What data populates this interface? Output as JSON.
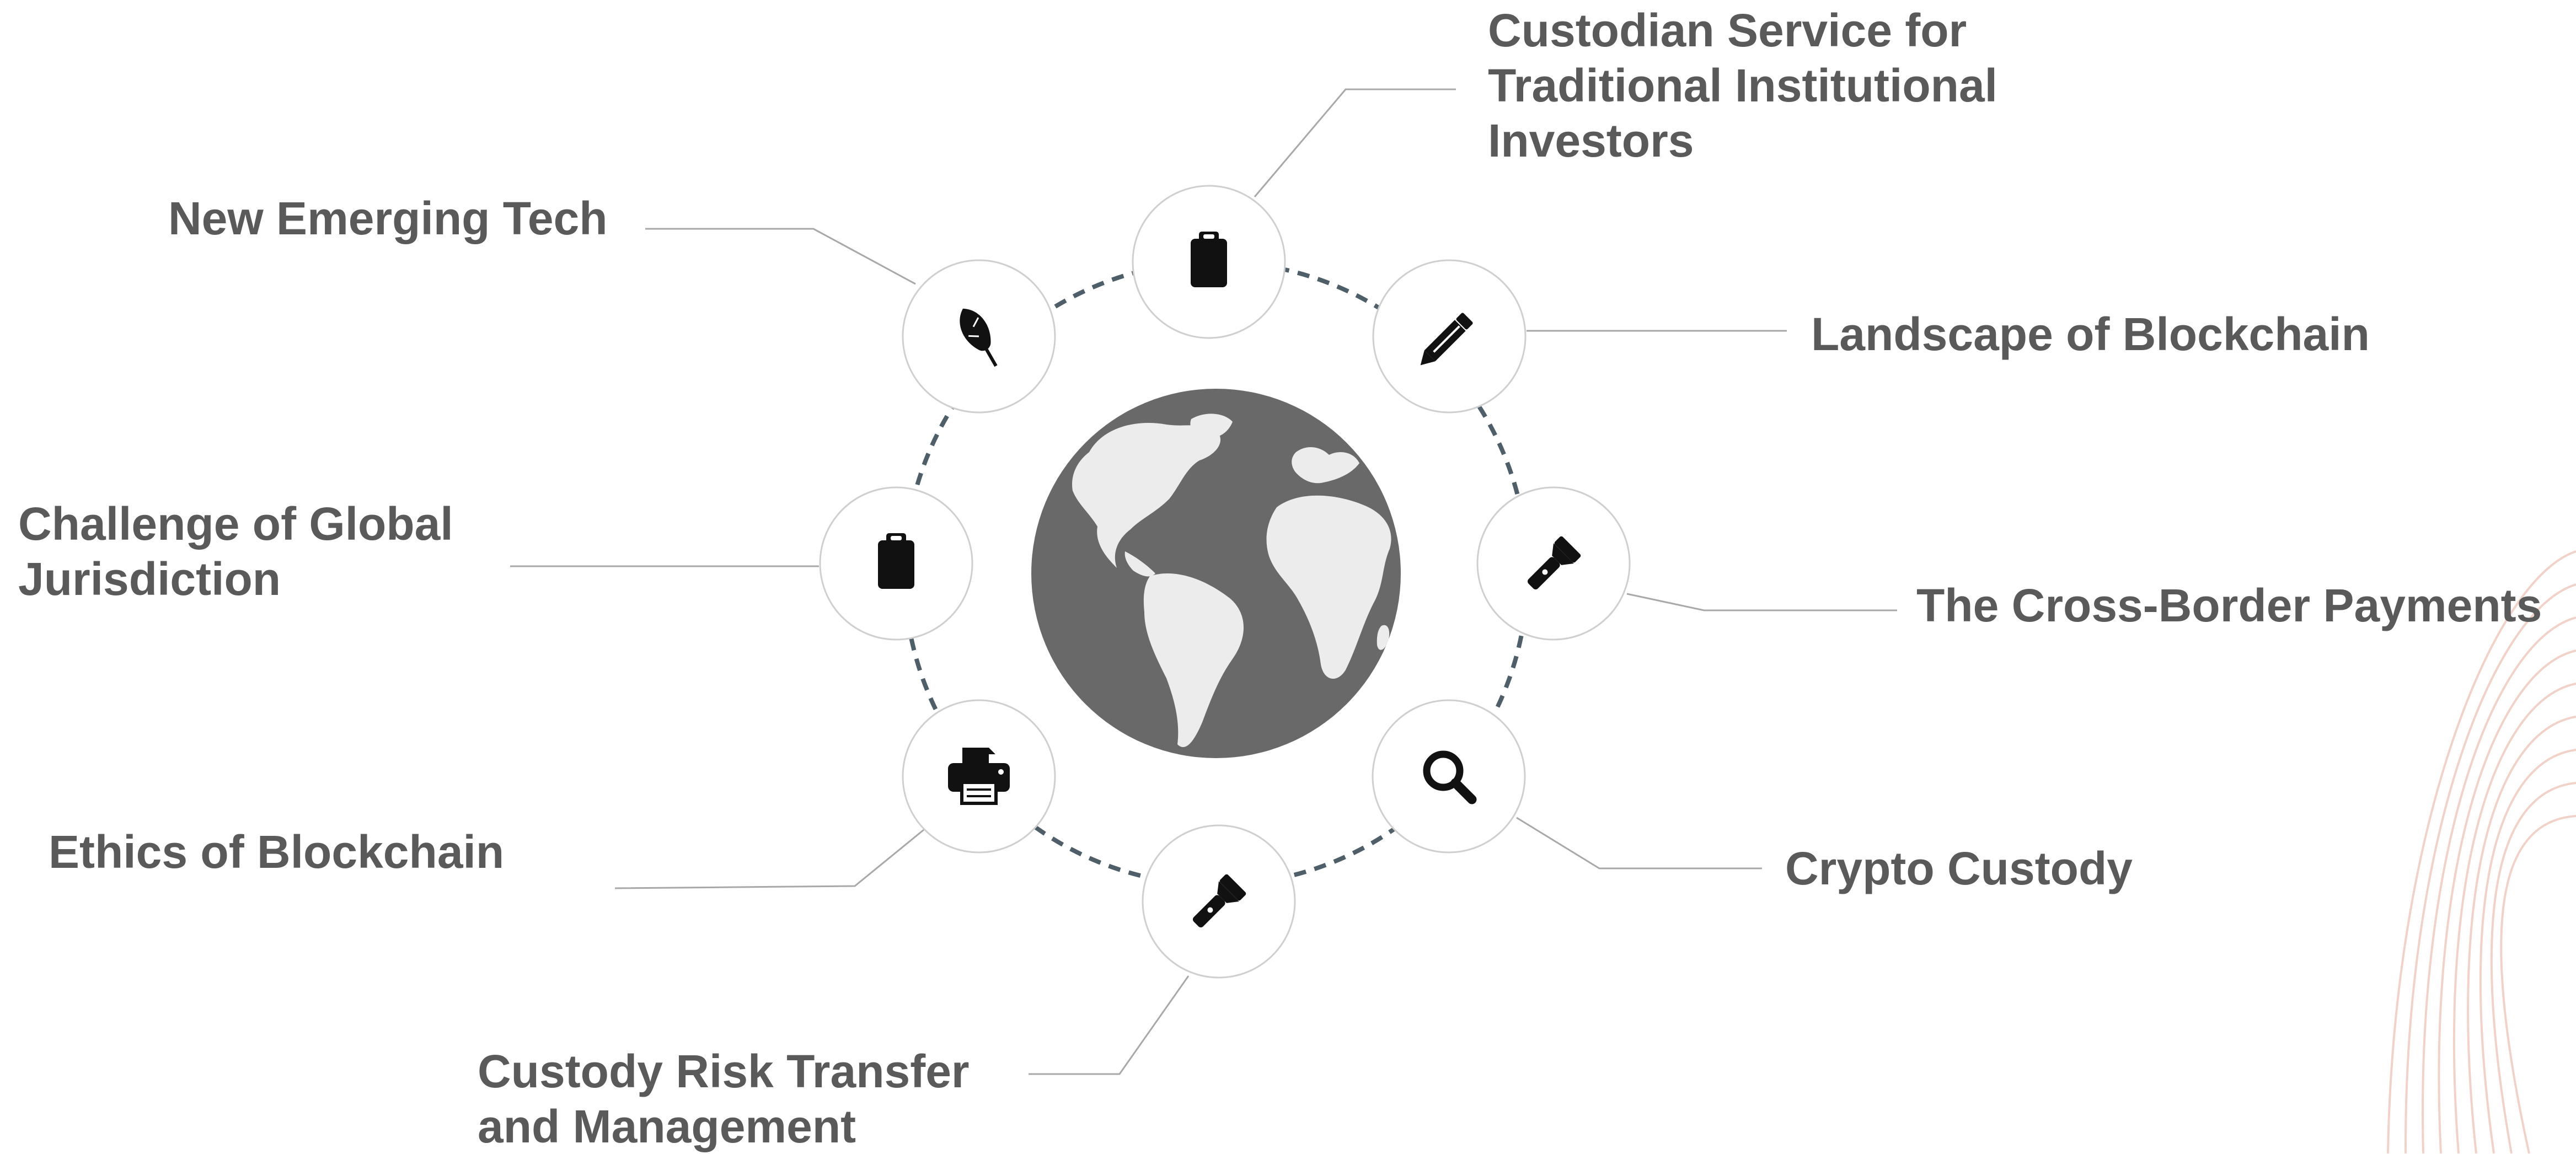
{
  "center": {
    "icon": "globe-icon",
    "colors": {
      "globe": "#696969",
      "land": "#ececec"
    }
  },
  "ring": {
    "style": "dashed",
    "color": "#4e5f6a"
  },
  "colors": {
    "text": "#5a5a5a",
    "connector": "#a8a8a8",
    "node_border": "#cfcfcf",
    "icon": "#111111",
    "decor": "#f1d2c8"
  },
  "nodes": [
    {
      "id": "custodian-service",
      "icon": "clipboard-icon",
      "label_lines": [
        "Custodian Service for",
        "Traditional Institutional",
        "Investors"
      ]
    },
    {
      "id": "landscape-of-blockchain",
      "icon": "pencil-icon",
      "label_lines": [
        "Landscape of Blockchain"
      ]
    },
    {
      "id": "cross-border-payments",
      "icon": "flashlight-icon",
      "label_lines": [
        "The Cross-Border Payments"
      ]
    },
    {
      "id": "crypto-custody",
      "icon": "search-icon",
      "label_lines": [
        "Crypto Custody"
      ]
    },
    {
      "id": "custody-risk-transfer",
      "icon": "flashlight-icon",
      "label_lines": [
        "Custody Risk Transfer",
        "and Management"
      ]
    },
    {
      "id": "ethics-of-blockchain",
      "icon": "printer-icon",
      "label_lines": [
        "Ethics of Blockchain"
      ]
    },
    {
      "id": "challenge-global-jurisdiction",
      "icon": "clipboard-icon",
      "label_lines": [
        "Challenge of Global",
        "Jurisdiction"
      ]
    },
    {
      "id": "new-emerging-tech",
      "icon": "feather-icon",
      "label_lines": [
        "New Emerging Tech"
      ]
    }
  ]
}
